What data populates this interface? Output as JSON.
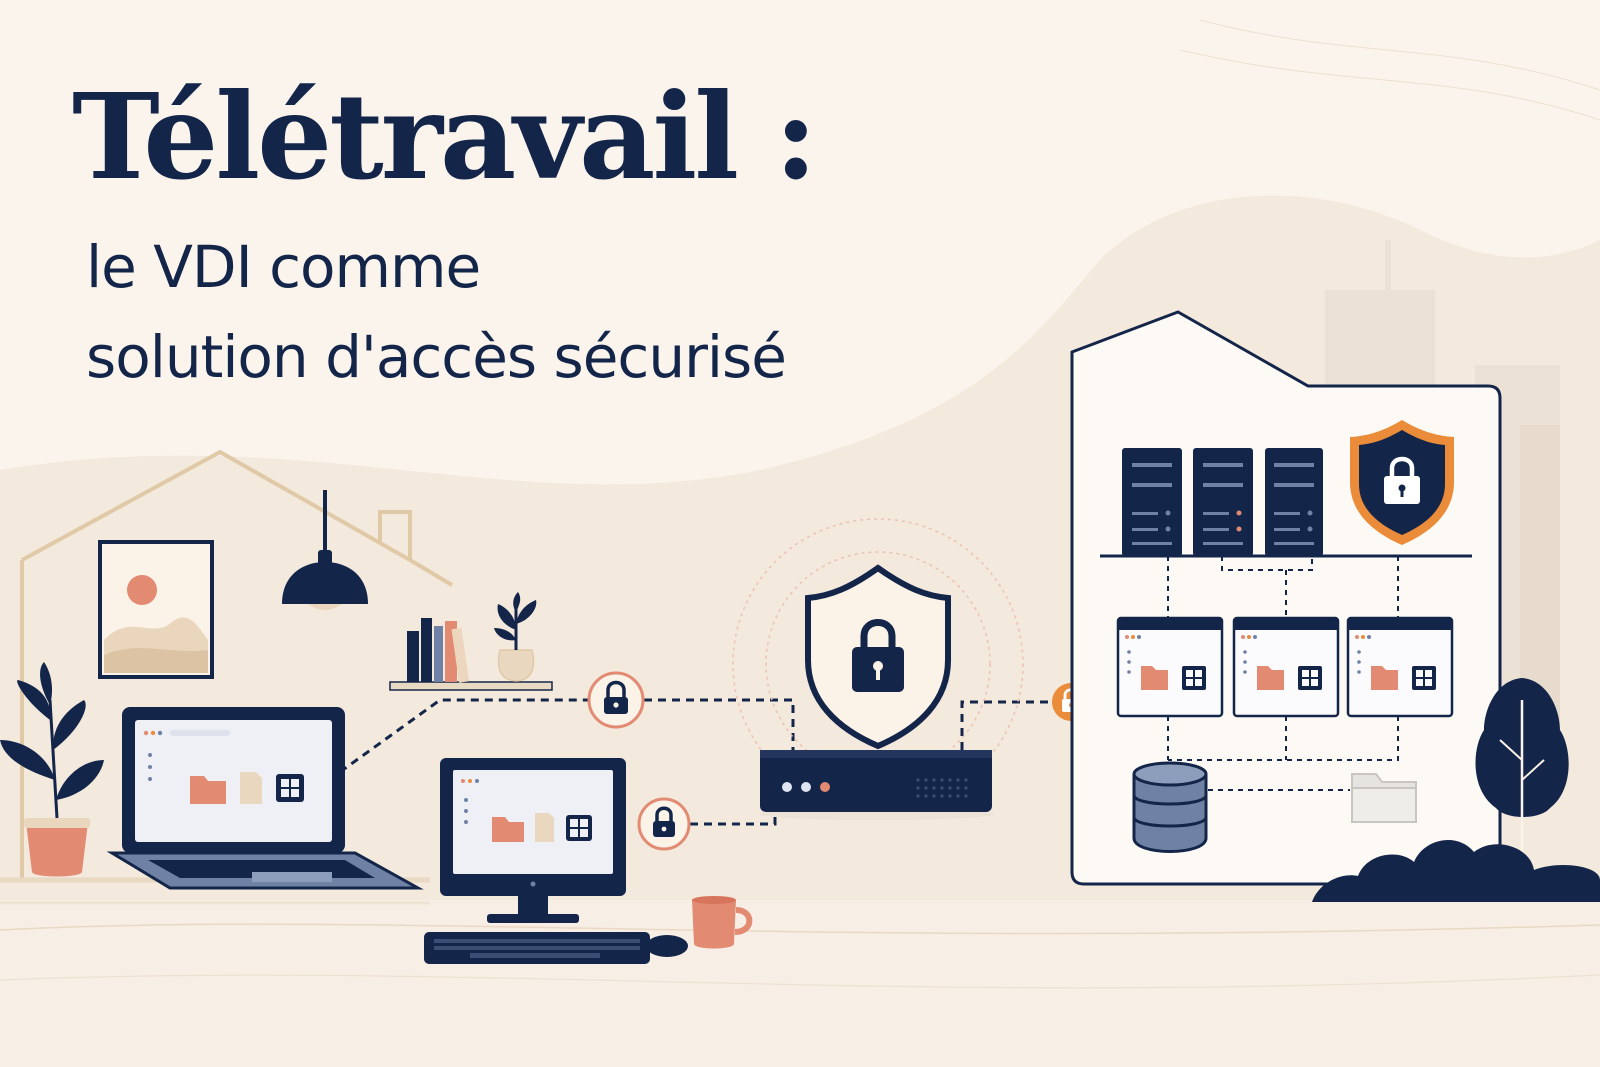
{
  "headline": {
    "title": "Télétravail :",
    "subtitle_line1": "le VDI comme",
    "subtitle_line2": "solution d'accès sécurisé"
  },
  "colors": {
    "background": "#faf4ec",
    "navy": "#14254a",
    "coral": "#e38a72",
    "orange": "#ea8c3a",
    "beige": "#e8d9c3",
    "slate": "#6f82a6"
  },
  "icons": [
    "house-icon",
    "picture-frame-icon",
    "pendant-lamp-icon",
    "books-icon",
    "plant-icon",
    "laptop-icon",
    "desktop-monitor-icon",
    "keyboard-icon",
    "mouse-icon",
    "mug-icon",
    "lock-icon",
    "shield-lock-icon",
    "router-icon",
    "office-building-icon",
    "server-rack-icon",
    "virtual-desktop-window-icon",
    "database-icon",
    "folder-icon",
    "tree-icon"
  ]
}
